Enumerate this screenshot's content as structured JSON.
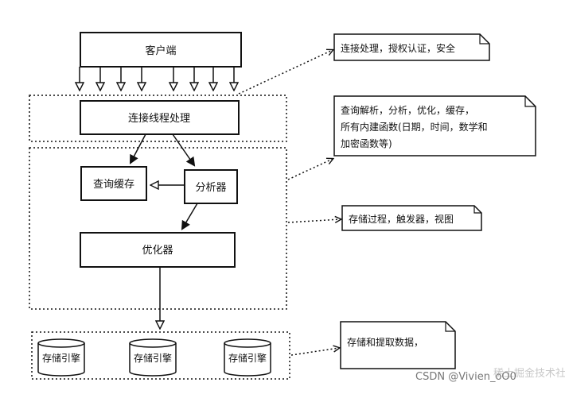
{
  "client": {
    "label": "客户端"
  },
  "connection_layer": {
    "label": "连接线程处理"
  },
  "service_layer": {
    "query_cache": "查询缓存",
    "parser": "分析器",
    "optimizer": "优化器"
  },
  "storage_engines": [
    "存储引擎",
    "存储引擎",
    "存储引擎"
  ],
  "notes": {
    "connection": [
      "连接处理，授权认证，安全"
    ],
    "service": [
      "查询解析，分析，优化，缓存，",
      "所有内建函数(日期，时间，数学和",
      "加密函数等)"
    ],
    "procedures": [
      "存储过程，触发器，视图"
    ],
    "storage": [
      "存储和提取数据，"
    ]
  },
  "watermark": "CSDN @Vivien_oO0",
  "watermark_overlay": "稀土掘金技术社区"
}
